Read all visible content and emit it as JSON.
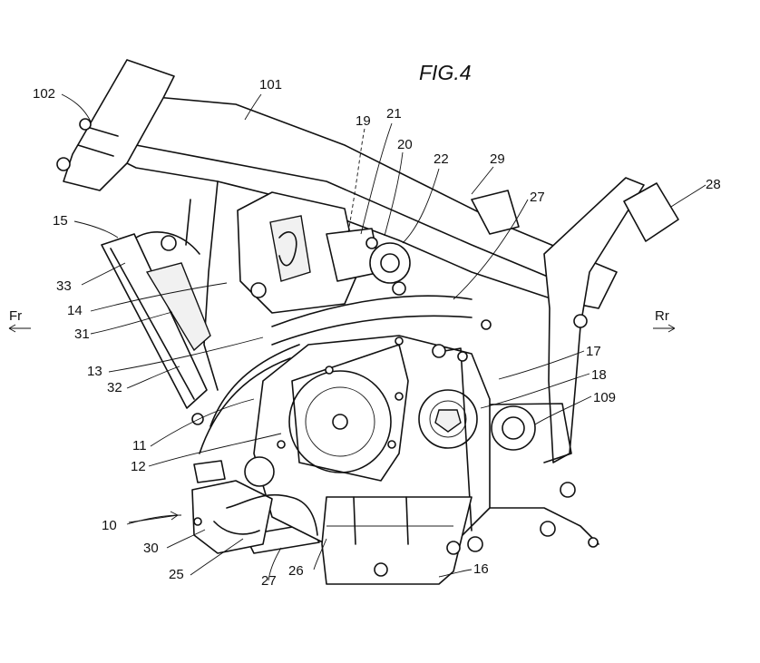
{
  "figure_title": "FIG.4",
  "directions": {
    "front": "Fr",
    "rear": "Rr"
  },
  "labels": {
    "l102": "102",
    "l101": "101",
    "l19": "19",
    "l21": "21",
    "l20": "20",
    "l22": "22",
    "l29": "29",
    "l27_top": "27",
    "l28": "28",
    "l15": "15",
    "l33": "33",
    "l14": "14",
    "l31": "31",
    "l13": "13",
    "l32": "32",
    "l17": "17",
    "l18": "18",
    "l109": "109",
    "l11": "11",
    "l12": "12",
    "l10": "10",
    "l30": "30",
    "l25": "25",
    "l26": "26",
    "l27_bottom": "27",
    "l16": "16"
  }
}
